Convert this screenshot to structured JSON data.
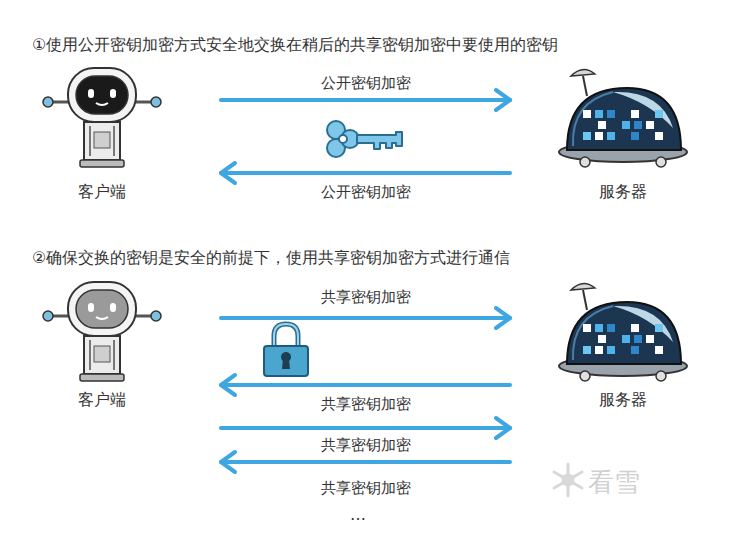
{
  "diagram": {
    "nodes": [
      {
        "text": [
          "客户端"
        ]
      },
      {
        "text": [
          "服务器"
        ]
      },
      {
        "text": [
          "客户端"
        ]
      },
      {
        "text": [
          "服务器"
        ]
      }
    ],
    "edges": [
      {
        "from": 0,
        "to": 1,
        "arrow": "to",
        "label": "公开密钥加密"
      },
      {
        "from": 1,
        "to": 0,
        "arrow": "to",
        "label": "公开密钥加密"
      },
      {
        "from": 2,
        "to": 3,
        "arrow": "to",
        "label": "共享密钥加密"
      },
      {
        "from": 3,
        "to": 2,
        "arrow": "to",
        "label": "共享密钥加密"
      },
      {
        "from": 2,
        "to": 3,
        "arrow": "to",
        "label": "共享密钥加密"
      },
      {
        "from": 3,
        "to": 2,
        "arrow": "to",
        "label": "共享密钥加密"
      }
    ],
    "labels": [
      "①使用公开密钥加密方式安全地交换在稍后的共享密钥加密中要使用的密钥",
      "②确保交换的密钥是安全的前提下，使用共享密钥加密方式进行通信",
      "…",
      "看雪"
    ]
  }
}
